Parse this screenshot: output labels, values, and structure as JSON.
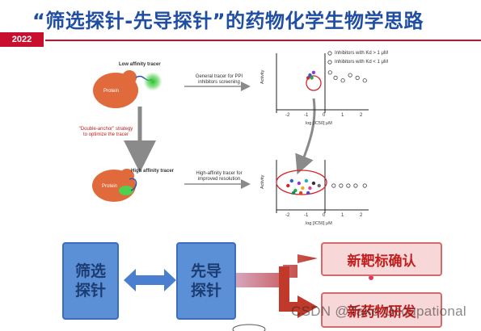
{
  "header": {
    "title": "“筛选探针-先导探针”的药物化学生物学思路",
    "year_badge": "2022"
  },
  "figure": {
    "low_affinity_label": "Low affinity tracer",
    "high_affinity_label": "High affinity tracer",
    "protein_label": "Protein",
    "protein_label_2": "Protein",
    "general_tracer_line1": "General tracer for PPI",
    "general_tracer_line2": "inhibitors screening",
    "strategy_line1": "\"Double-anchor\" strategy",
    "strategy_line2": "to optimize the tracer",
    "high_tracer_line1": "High-affinity tracer for",
    "high_tracer_line2": "improved resolution",
    "legend_1": "Inhibitors with Kd > 1 μM",
    "legend_2": "Inhibitors with Kd < 1 μM",
    "ylabel": "Activity",
    "ylabel_2": "Activity",
    "xlabel": "log [IC50] μM",
    "xlabel_2": "log [IC50] μM",
    "ticks": [
      "-2",
      "-1",
      "0",
      "1",
      "2"
    ]
  },
  "diagram": {
    "left_box": [
      "筛选",
      "探针"
    ],
    "mid_box": [
      "先导",
      "探针"
    ],
    "target_1": "新靶标确认",
    "target_2": "新药物研发"
  },
  "watermark": "CSDN @Take Occupational",
  "colors": {
    "title_blue": "#1f4ea3",
    "badge_red": "#c8102e",
    "box_blue": "#5b8fd6",
    "box_pink": "#f7d7d7",
    "arrow_red": "#c0392b"
  },
  "chart_data": [
    {
      "type": "scatter",
      "title": "",
      "xlabel": "log [IC50] μM",
      "ylabel": "Activity",
      "xlim": [
        -2.5,
        2.5
      ],
      "series": [
        {
          "name": "Inhibitors with Kd > 1 μM",
          "x": [
            0.6,
            1.0,
            1.4,
            1.8,
            2.2,
            0.3
          ],
          "y": [
            0.6,
            0.55,
            0.65,
            0.6,
            0.55,
            0.7
          ]
        },
        {
          "name": "Inhibitors with Kd < 1 μM",
          "x": [
            -0.9,
            -0.8,
            -0.7,
            -0.6
          ],
          "y": [
            0.6,
            0.65,
            0.6,
            0.7
          ]
        }
      ]
    },
    {
      "type": "scatter",
      "title": "",
      "xlabel": "log [IC50] μM",
      "ylabel": "Activity",
      "xlim": [
        -2.5,
        2.5
      ],
      "series": [
        {
          "name": "Inhibitors with Kd > 1 μM",
          "x": [
            0.5,
            0.9,
            1.3,
            1.7,
            2.2
          ],
          "y": [
            0.5,
            0.5,
            0.5,
            0.5,
            0.5
          ]
        },
        {
          "name": "Inhibitors with Kd < 1 μM",
          "x": [
            -2.0,
            -1.8,
            -1.6,
            -1.4,
            -1.2,
            -1.0,
            -0.8,
            -0.6,
            -0.3,
            -1.7,
            -1.3,
            -0.9
          ],
          "y": [
            0.5,
            0.6,
            0.4,
            0.55,
            0.45,
            0.6,
            0.45,
            0.55,
            0.5,
            0.35,
            0.35,
            0.35
          ]
        }
      ]
    }
  ]
}
